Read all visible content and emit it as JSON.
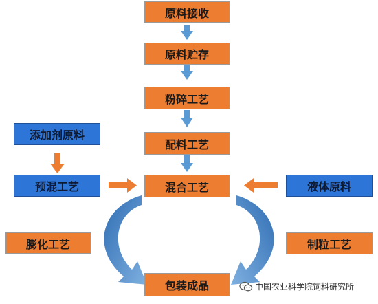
{
  "colors": {
    "process": "#ed7d31",
    "input": "#2e75d8",
    "arrow_down": "#5b9bd5",
    "arrow_side": "#ed7d31",
    "curve": "#4a86c5"
  },
  "nodes": {
    "receive": "原料接收",
    "storage": "原料贮存",
    "grinding": "粉碎工艺",
    "batching": "配料工艺",
    "mixing": "混合工艺",
    "packaging": "包装成品",
    "additive": "添加剂原料",
    "premix": "预混工艺",
    "liquid": "液体原料",
    "extrusion": "膨化工艺",
    "pelleting": "制粒工艺"
  },
  "watermark": {
    "icon": "wechat-icon",
    "text": "中国农业科学院饲料研究所"
  }
}
